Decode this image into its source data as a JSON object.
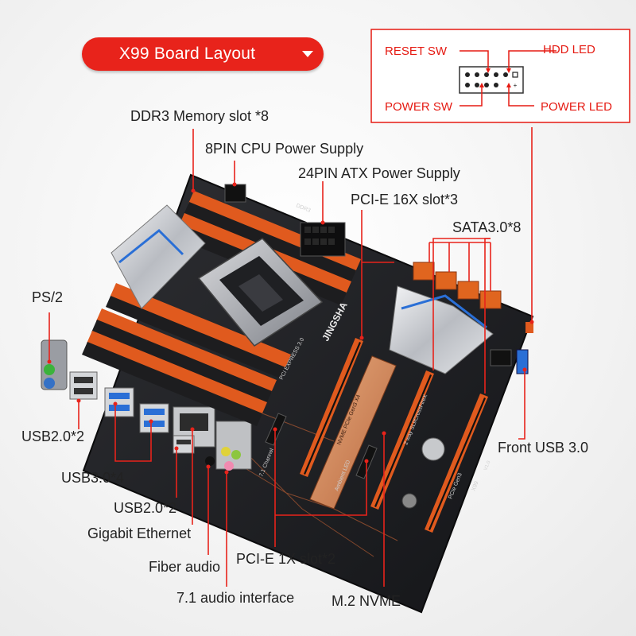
{
  "header": {
    "title": "X99 Board Layout",
    "accent_color": "#e8231b",
    "dropdown_icon": "caret-down-icon"
  },
  "front_panel": {
    "reset_sw": "RESET SW",
    "hdd_led": "HDD  LED",
    "power_sw": "POWER SW",
    "power_led": "POWER LED",
    "label_color": "#e51a12"
  },
  "callouts": {
    "ddr3_memory": "DDR3 Memory slot *8",
    "cpu_power": "8PIN CPU Power Supply",
    "atx_power": "24PIN ATX Power Supply",
    "pcie_16x": "PCI-E 16X slot*3",
    "sata": "SATA3.0*8",
    "ps2": "PS/2",
    "usb20_top": "USB2.0*2",
    "usb30": "USB3.0*4",
    "usb20_bottom": "USB2.0*2",
    "gigabit_ethernet": "Gigabit Ethernet",
    "fiber_audio": "Fiber audio",
    "audio_71": "7.1 audio interface",
    "pcie_1x": "PCI-E 1X slot*2",
    "m2_nvme": "M.2 NVME",
    "front_usb30": "Front USB 3.0"
  },
  "board_marks": {
    "brand": "JINGSHA",
    "pci_express": "PCI EXPRESS 3.0",
    "nvme_mark": "NVME PCIe Gen3 X4",
    "sli_mark": "2 way SLI/CrossFireX",
    "pcie_gen3": "PCIe Gen3",
    "audio_mark": "7.1 Channel",
    "led_mark": "Ambient LED",
    "model": "X99",
    "version": "V1.0",
    "ddr_mark": "DDR3"
  }
}
